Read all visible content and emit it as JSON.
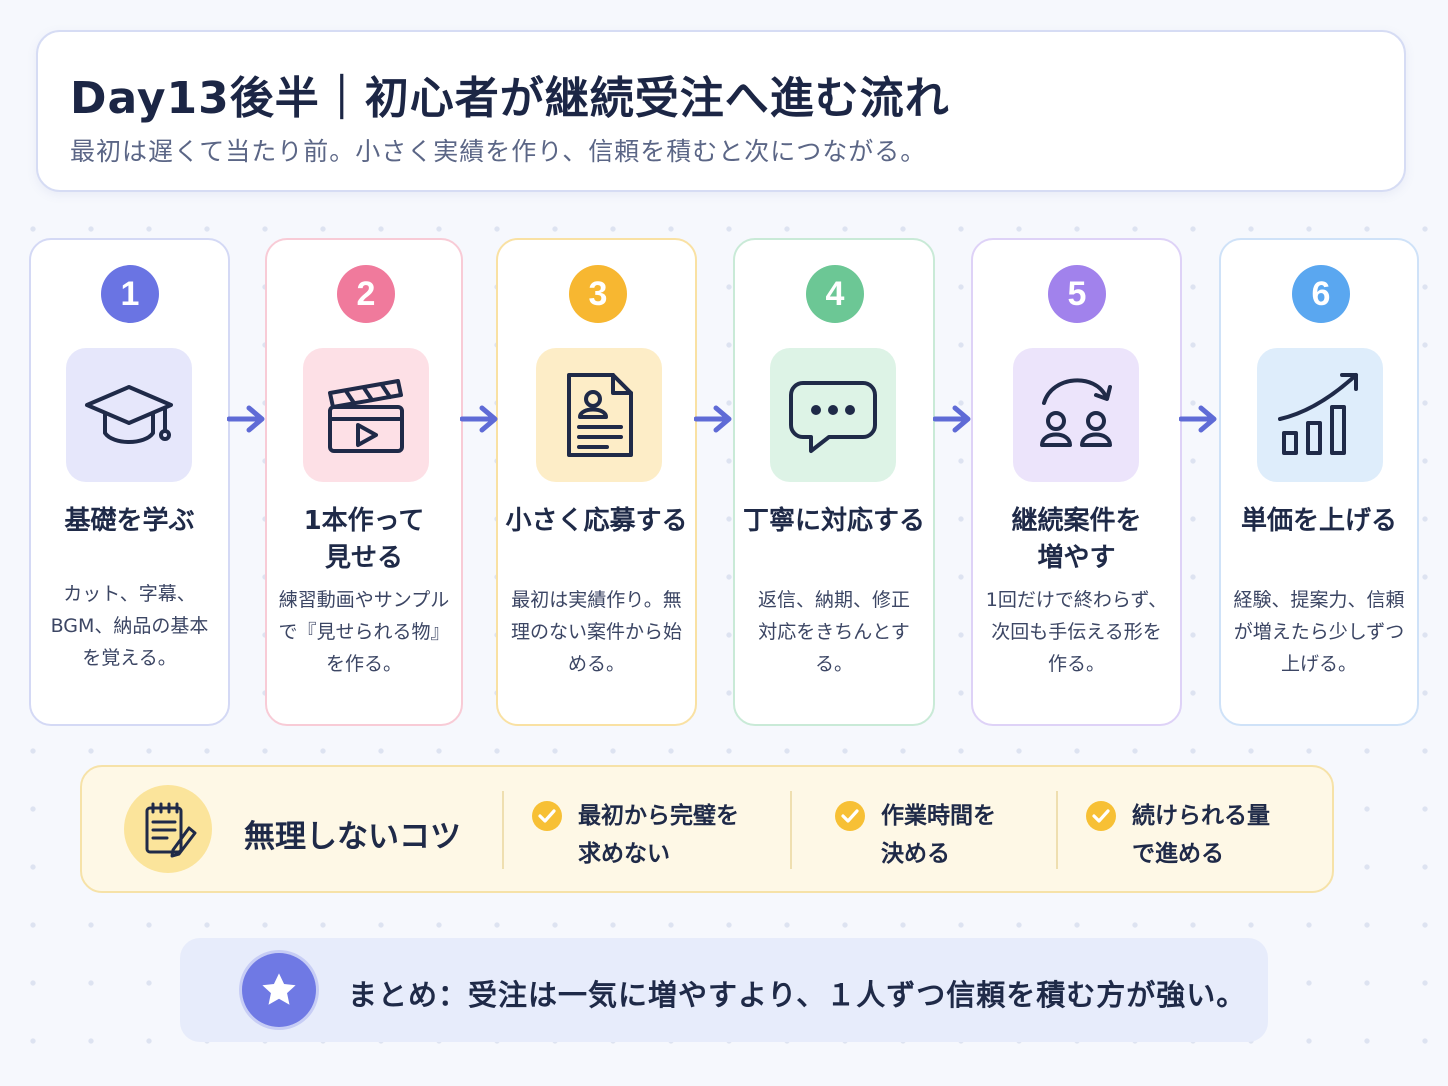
{
  "header": {
    "title": "Day13後半｜初心者が継続受注へ進む流れ",
    "subtitle": "最初は遅くて当たり前。小さく実績を作り、信頼を積むと次につながる。"
  },
  "steps": [
    {
      "number": "1",
      "title": "基礎を学ぶ",
      "description": "カット、字幕、BGM、納品の基本を覚える。",
      "icon": "graduation-cap-icon",
      "accent": "#6a74e3",
      "border": "#d4d9f5",
      "icon_bg": "#e6e7fb"
    },
    {
      "number": "2",
      "title": "1本作って見せる",
      "description": "練習動画やサンプルで『見せられる物』を作る。",
      "icon": "clapperboard-icon",
      "accent": "#f07a9c",
      "border": "#f8cbd6",
      "icon_bg": "#fde0e6"
    },
    {
      "number": "3",
      "title": "小さく応募する",
      "description": "最初は実績作り。無理のない案件から始める。",
      "icon": "profile-document-icon",
      "accent": "#f7b731",
      "border": "#f9e1a3",
      "icon_bg": "#fdedc7"
    },
    {
      "number": "4",
      "title": "丁寧に対応する",
      "description": "返信、納期、修正対応をきちんとする。",
      "icon": "chat-bubble-icon",
      "accent": "#6cc795",
      "border": "#c9ead7",
      "icon_bg": "#ddf3e6"
    },
    {
      "number": "5",
      "title": "継続案件を増やす",
      "description": "1回だけで終わらず、次回も手伝える形を作る。",
      "icon": "repeat-clients-icon",
      "accent": "#a182ec",
      "border": "#ded2f7",
      "icon_bg": "#ece4fb"
    },
    {
      "number": "6",
      "title": "単価を上げる",
      "description": "経験、提案力、信頼が増えたら少しずつ上げる。",
      "icon": "growth-chart-icon",
      "accent": "#5aa7f0",
      "border": "#cfe2f8",
      "icon_bg": "#deedfb"
    }
  ],
  "tips": {
    "title": "無理しないコツ",
    "icon": "notepad-pencil-icon",
    "items": [
      {
        "text": "最初から完璧を求めない",
        "icon": "check-circle-icon"
      },
      {
        "text": "作業時間を決める",
        "icon": "check-circle-icon"
      },
      {
        "text": "続けられる量で進める",
        "icon": "check-circle-icon"
      }
    ]
  },
  "summary": {
    "icon": "star-icon",
    "text": "まとめ：受注は一気に増やすより、１人ずつ信頼を積む方が強い。"
  },
  "colors": {
    "arrow": "#5f6bd6",
    "text_primary": "#1f2a48",
    "text_secondary": "#5b6686"
  }
}
